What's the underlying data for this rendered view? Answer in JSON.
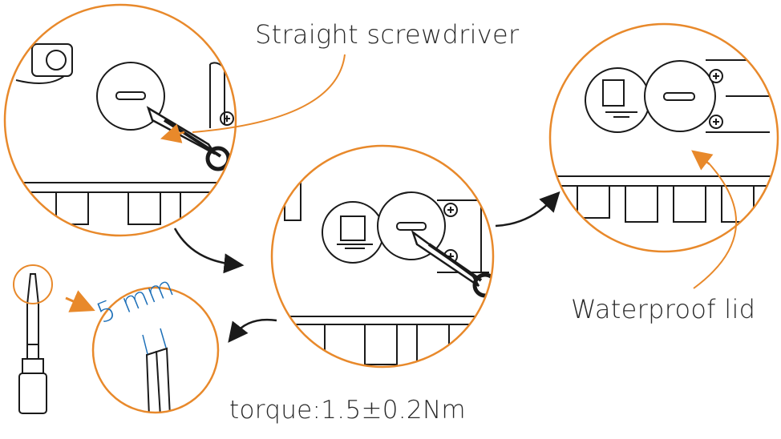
{
  "labels": {
    "screwdriver": "Straight screwdriver",
    "waterproof_lid": "Waterproof lid",
    "torque": "torque:1.5±0.2Nm",
    "tip_width": "5 mm"
  },
  "colors": {
    "accent_orange": "#e8892b",
    "line": "#1a1a1a",
    "dimension_blue": "#1c6fb8"
  },
  "icons": [
    "straight-screwdriver-icon",
    "screw-icon",
    "waterproof-lid-icon",
    "curved-arrow-icon"
  ]
}
